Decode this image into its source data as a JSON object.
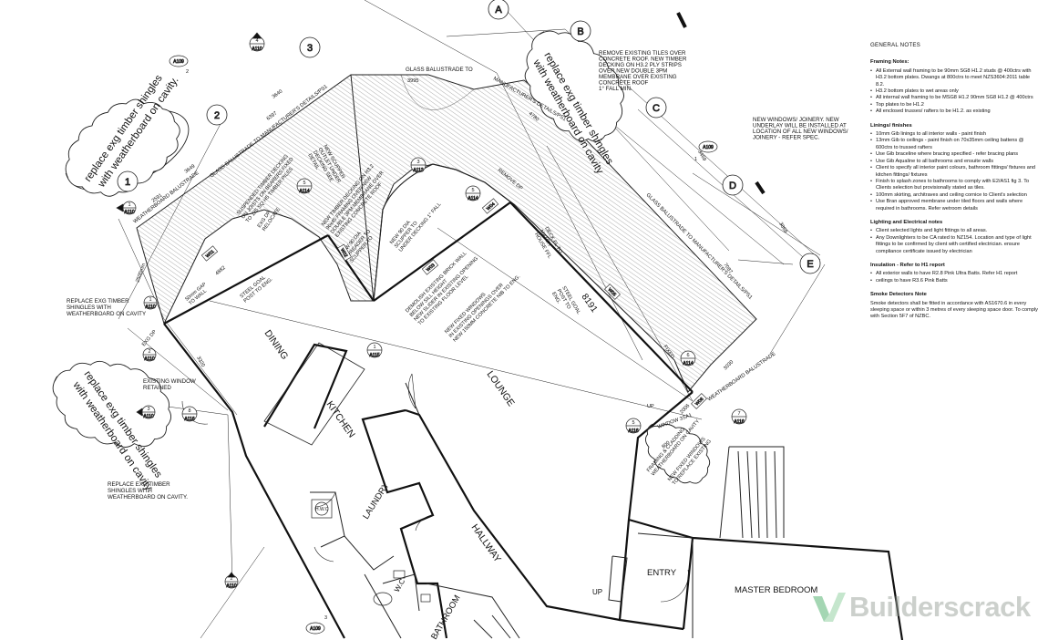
{
  "plan": {
    "grid_labels": [
      "A",
      "B",
      "C",
      "D",
      "E",
      "1",
      "2",
      "3"
    ],
    "refs": {
      "a109": "A109",
      "a110": "A110",
      "a112": "A112",
      "a113": "A113",
      "a114": "A114",
      "a115": "A115",
      "a116": "A116"
    },
    "rooms": {
      "dining": "DINING",
      "kitchen": "KITCHEN",
      "lounge": "LOUNGE",
      "laundry": "LAUNDRY",
      "hallway": "HALLWAY",
      "wc": "W.C",
      "bathroom": "BATHROOM",
      "entry": "ENTRY",
      "master_bedroom": "MASTER BEDROOM",
      "hwc": "H.W.C",
      "up1": "UP",
      "up2": "UP"
    },
    "cloud_notes": {
      "left_top": [
        "replace exg timber shingles",
        "with weatherboard on cavity."
      ],
      "left_mid": [
        "replace exg timber shingles",
        "with weatherboard on cavity."
      ],
      "top_right": [
        "replace exg timber shingles",
        "with weatherboard on cavity"
      ]
    },
    "annotations": {
      "remove_tiles": [
        "REMOVE EXISTING TILES OVER",
        "CONCRETE ROOF. NEW TIMBER",
        "DECKING ON H3.2 PLY STRIPS",
        "OVER NEW DOUBLE 3PM",
        "MEMBRANE OVER EXISTING",
        "CONCRETE ROOF",
        "1° FALL MIN."
      ],
      "new_windows": [
        "NEW WINDOWS/ JOINERY. NEW",
        "UNDERLAY WILL BE INSTALLED AT",
        "LOCATION OF ALL NEW WINDOWS/",
        "JOINERY - REFER SPEC."
      ],
      "replace_timber_1": [
        "REPLACE EXG TIMBER",
        "SHINGLES WITH",
        "WEATHERBOARD ON CAVITY"
      ],
      "replace_timber_2": [
        "REPLACE EXG TIMBER",
        "SHINGLES WITH",
        "WEATHERBOARD ON CAVITY."
      ],
      "existing_window": [
        "EXISTING WINDOW",
        "RETAINED"
      ],
      "glass_balustrade_top": "GLASS BALUSTRADE TO",
      "glass_balustrade_left": "GLASS BALUSTRADE TO MANUFACTURER'S DETAILS/PS1",
      "glass_balustrade_right": "GLASS BALUSTRADE TO MANUFACTURER'S DETAILS/PS1",
      "manufacturers": "MANUFACTURER'S DETAILS/PS1",
      "weatherboard_balustrade_left": "WEATHERBOARD BALUSTRADE",
      "weatherboard_balustrade_right": "WEATHERBOARD BALUSTRADE",
      "suspended_decking": [
        "SUSPENDED TIMBER DECKING",
        "ON JOISTS ON BEARERS FIXED",
        "TO 125 SQ H5 TIMBER PILES"
      ],
      "new_scupper": [
        "NEW SCUPPER",
        "OUTLET UNDER",
        "DECKING SEE",
        "DETAIL"
      ],
      "new_decking_h32": [
        "NEW TIMBER DECKING ON H3.2",
        "90x45 FRAMING OVER NEW",
        "DOUBLE 3PM MEMBRANE OVER",
        "EXISTING CONCRETE ROOF"
      ],
      "new_90_spreader": [
        "NEW 90 DIA",
        "SPREADER TO",
        "SCUPPER TO"
      ],
      "new_scupper2": [
        "NEW 90 DIA",
        "SCUPPER TO",
        "UNDER DECKING 1° FALL"
      ],
      "demolish": [
        "DEMOLISH EXISTING BRICK WALL",
        "BELOW SILL HEIGHT",
        "NEW SLIDER IN EXISTING OPENING",
        "TO EXISTING FLOOR LEVEL"
      ],
      "new_fixed_windows": [
        "NEW FIXED WINDOWS",
        "IN EXISTING OPENINGS OVER",
        "NEW 150MM CONCRETE NIB TO ENG."
      ],
      "deck_fl": [
        "DECK FL TO",
        "MATCH",
        "HOUSE FFL"
      ],
      "steel_goal_post": [
        "STEEL GOAL",
        "POST TO",
        "ENG."
      ],
      "steel_goal_post2": [
        "STEEL GOAL",
        "POST TO ENG."
      ],
      "remove_dp": "REMOVE DP",
      "exg_dp": "EXG DP",
      "exg_dp_relocate": [
        "EXG DP",
        "RELOCATE"
      ],
      "gap_wall": [
        "50mm GAP",
        "TO WALL"
      ],
      "fixed": "FIXED",
      "window_sbs": "WINDOW 3SA1",
      "framing_cladding": [
        "FRAMING & CLADDING",
        "WEATHERBOARD ON CAVITY"
      ],
      "new_fixed_windows2": [
        "NEW FIXED WINDOWS",
        "TO REPLACE EXISTING"
      ],
      "dim_3995": "3995",
      "dim_3640": "3640",
      "dim_6397": "6397",
      "dim_3649": "3649",
      "dim_2591": "2591",
      "dim_2500": "2500mm",
      "dim_4882": "4882",
      "dim_8191": "8191",
      "dim_3469": "3469",
      "dim_3869": "3869",
      "dim_7087": "7087",
      "dim_4780": "4780",
      "dim_3030": "3030",
      "dim_2006": "2006",
      "dim_3320": "3320",
      "dim_800": "800",
      "w01": "W01",
      "w02": "W02",
      "w03": "W03",
      "w04": "W04",
      "w05": "W05",
      "w06": "W06"
    }
  },
  "general_notes": {
    "title": "GENERAL NOTES",
    "sections": [
      {
        "heading": "Framing Notes:",
        "items": [
          "All External wall framing to be 90mm SG8 H1.2 studs @ 400ctrs with H3.2 bottom plates. Dwangs at 800ctrs to meet NZS3604:2011 table 8.2.",
          "H3.2 bottom plates to wet areas only",
          "All internal wall framing to be MSG8 H1.2 90mm SG8 H1.2 @ 400ctrs",
          "Top plates to be H1.2",
          "All enclosed trusses/ rafters to be H1.2. as existing"
        ]
      },
      {
        "heading": "Linings/ finishes",
        "items": [
          "10mm Gib linings to all interior walls - paint finish",
          "13mm Gib to ceilings - paint finish on 70x35mm ceiling battens @ 600ctrs to trussed rafters",
          "Use Gib braceline where bracing specified - refer bracing plans",
          "Use Gib Aqualine to all bathrooms and ensuite walls",
          "Client to specify all interior paint colours, bathroom fittings/ fixtures and kitchen fittings/ fixtures",
          "Finish to splash zones to bathrooms to comply with E2/AS1 fig 3. To Clients selection but provisionally stated as tiles.",
          "100mm skirting, architraves and ceiling cornice to Client's selection",
          "Use Bran approved membrane under tiled floors and walls where required in bathrooms. Refer wetroom details"
        ]
      },
      {
        "heading": "Lighting and Electrical notes",
        "items": [
          "Client selected lights and light fittings to all areas.",
          "Any Downlighters to be CA rated to NZ154. Location and type of light fittings to be confirmed by client with certified electrician. ensure compliance certificate issued by electrician"
        ]
      },
      {
        "heading": "Insulation - Refer to H1 report",
        "items": [
          "All exterior walls to have R2.8 Pink Ultra Batts. Refer H1 report",
          "ceilings to have R3.6 Pink Batts"
        ]
      }
    ],
    "smoke_heading": "Smoke Detectors Note",
    "smoke_text": "Smoke detectors shall be fitted in accordance with AS1670.6 in every sleeping space or within 3 metres of every sleeping space door. To comply with Section 5F7 of NZBC."
  },
  "watermark": {
    "text": "Builderscrack",
    "icon": "builderscrack-logo-icon"
  }
}
